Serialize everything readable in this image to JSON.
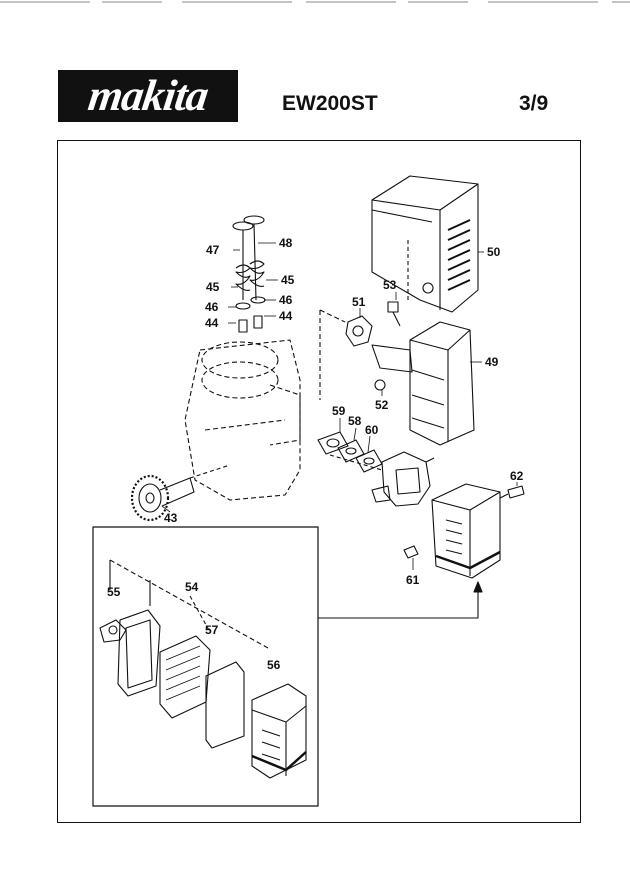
{
  "header": {
    "brand": "makita",
    "model": "EW200ST",
    "page": "3/9"
  },
  "callouts": [
    {
      "id": "p43",
      "label": "43"
    },
    {
      "id": "p44a",
      "label": "44"
    },
    {
      "id": "p44b",
      "label": "44"
    },
    {
      "id": "p45a",
      "label": "45"
    },
    {
      "id": "p45b",
      "label": "45"
    },
    {
      "id": "p46a",
      "label": "46"
    },
    {
      "id": "p46b",
      "label": "46"
    },
    {
      "id": "p47",
      "label": "47"
    },
    {
      "id": "p48",
      "label": "48"
    },
    {
      "id": "p49",
      "label": "49"
    },
    {
      "id": "p50",
      "label": "50"
    },
    {
      "id": "p51",
      "label": "51"
    },
    {
      "id": "p52",
      "label": "52"
    },
    {
      "id": "p53",
      "label": "53"
    },
    {
      "id": "p54",
      "label": "54"
    },
    {
      "id": "p55",
      "label": "55"
    },
    {
      "id": "p56",
      "label": "56"
    },
    {
      "id": "p57",
      "label": "57"
    },
    {
      "id": "p58",
      "label": "58"
    },
    {
      "id": "p59",
      "label": "59"
    },
    {
      "id": "p60",
      "label": "60"
    },
    {
      "id": "p61",
      "label": "61"
    },
    {
      "id": "p62",
      "label": "62"
    }
  ]
}
